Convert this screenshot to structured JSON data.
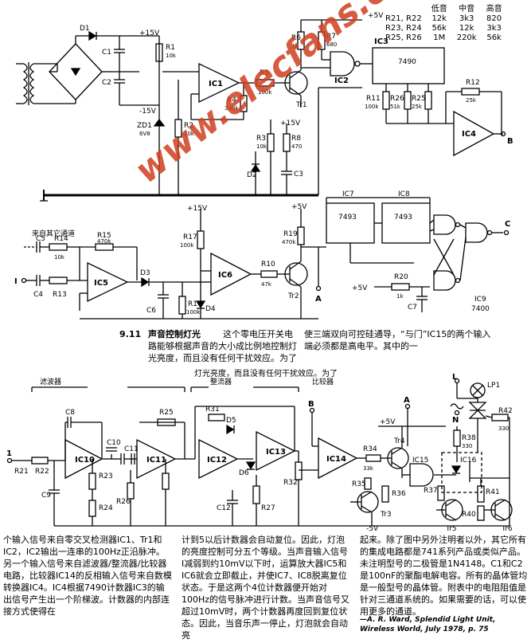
{
  "table": {
    "headers": [
      "低音",
      "中音",
      "高音"
    ],
    "rows": [
      {
        "label": "R21, R22",
        "values": [
          "12k",
          "3k3",
          "820"
        ]
      },
      {
        "label": "R23, R24",
        "values": [
          "56k",
          "12k",
          "3k3"
        ]
      },
      {
        "label": "R25, R26",
        "values": [
          "1M",
          "220k",
          "56k"
        ]
      }
    ]
  },
  "top_circuit": {
    "labels": {
      "d1": "D1",
      "plus15": "+15V",
      "minus15": "-15V",
      "r1": "R1",
      "r1v": "10k",
      "c1": "C1",
      "c2": "C2",
      "zd1": "ZD1",
      "zd1v": "6V8",
      "r2": "R2",
      "r2v": "10k",
      "ic1": "IC1",
      "r4": "R4",
      "r4v": "330k",
      "r5": "R5",
      "r5v": "100k",
      "tr1": "Tr1",
      "r3": "R3",
      "r3v": "10k",
      "plus15b": "+15V",
      "r8": "R8",
      "r8v": "470",
      "d2": "D2",
      "c3": "C3",
      "r6": "R6",
      "r6v": "1k",
      "r7": "R7",
      "r7v": "680",
      "ic3": "IC3",
      "plus5": "+5V",
      "ic2": "IC2",
      "chip7490": "7490",
      "r11": "R11",
      "r11v": "100k",
      "r26": "R26",
      "r26v": "51k",
      "r25": "R25",
      "r25v": "25k",
      "r12": "R12",
      "r12v": "25k",
      "ic4": "IC4",
      "b": "B"
    }
  },
  "mid_circuit": {
    "labels": {
      "from_other": "来自其它通道",
      "c5": "C5",
      "r14": "R14",
      "r14v": "10k",
      "r15": "R15",
      "r15v": "470k",
      "i_in": "I",
      "c4": "C4",
      "r13": "R13",
      "ic5": "IC5",
      "d3": "D3",
      "c6": "C6",
      "plus15": "+15V",
      "r17": "R17",
      "r17v": "100k",
      "ic6": "IC6",
      "r16": "R16",
      "r16v": "100k",
      "d4": "D4",
      "r10": "R10",
      "r10v": "47k",
      "r19": "R19",
      "r19v": "470k",
      "plus5": "+5V",
      "tr2": "Tr2",
      "a": "A",
      "ic7": "IC7",
      "chip7493a": "7493",
      "ic8": "IC8",
      "chip7493b": "7493",
      "r20": "R20",
      "r20v": "1k",
      "plus5b": "+5V",
      "c7": "C7",
      "c_out": "C",
      "ic9": "IC9",
      "chip7400": "7400"
    }
  },
  "caption": {
    "number": "9.11",
    "title": "声音控制灯光",
    "body_left": "这个零电压开关电路能够根据声音的大小成比例地控制灯光亮度，而且没有任何干扰效应。为了",
    "body_right": "使三端双向可控硅通导，“与门”IC15的两个输入端必须都是高电平。其中的一"
  },
  "bottom_circuit": {
    "section_repeat": "灯光亮度，而且没有任何干扰效应。为了",
    "filter": "滤波器",
    "rectifier": "整流器",
    "comparator": "比较器",
    "labels": {
      "one": "1",
      "r21": "R21",
      "r22": "R22",
      "c8": "C8",
      "ic10": "IC10",
      "c9": "C9",
      "r23": "R23",
      "r24": "R24",
      "c10": "C10",
      "c11": "C11",
      "ic11": "IC11",
      "r25": "R25",
      "r26": "R26",
      "r31": "R31",
      "d5": "D5",
      "ic12": "IC12",
      "d6": "D6",
      "c12": "C12",
      "r27": "R27",
      "ic13": "IC13",
      "r32": "R32",
      "b": "B",
      "ic14": "IC14",
      "r34": "R34",
      "r34v": "33k",
      "plus5": "+5V",
      "a": "A",
      "tr4": "Tr4",
      "ic15": "IC15",
      "r35": "R35",
      "r38": "R38",
      "r38v": "330",
      "ic16": "IC16",
      "tr3": "Tr3",
      "r36": "R36",
      "r37": "R37",
      "tr5": "Tr5",
      "r41": "R41",
      "r40": "R40",
      "tr6": "Tr6",
      "minus5": "-5V",
      "l": "L",
      "n": "N",
      "lp1": "LP1",
      "r42": "R42",
      "r42v": "330"
    }
  },
  "body_text": {
    "col1": "个输入信号来自零交叉检测器IC1、Tr1和IC2，IC2输出一连串的100Hz正沿脉冲。另一个输入信号来自滤波器/整流器/比较器电路，比较器IC14的反相输入信号来自数模转换器IC4。IC4根据7490计数器IC3的输出信号产生出一个阶梯波。计数器的内部连接方式使得在",
    "col2": "计到5以后计数器会自动复位。因此，灯泡的亮度控制可分五个等级。当声音输入信号I减弱到约10mV以下时，运算放大器IC5和IC6就会立即截止，并使IC7、IC8脱离复位状态。于是这两个4位计数器便开始对100Hz的信号脉冲进行计数。当声音信号又超过10mV时，两个计数器再度回到复位状态。因此，当音乐声一停止，灯泡就会自动亮",
    "col3": "起来。除了图中另外注明者以外，其它所有的集成电路都是741系列产品或类似产品。未注明型号的二极管是1N4148。C1和C2是100nF的聚酯电解电容。所有的晶体管均是一般型号的晶体管。附表中的电阻阻值是针对三通道系统的。如果需要的话，可以使用更多的通道。",
    "credit": "—A. R. Ward, Splendid Light Unit, Wireless World, July 1978, p. 75"
  },
  "watermark": "www.elecfans.com"
}
